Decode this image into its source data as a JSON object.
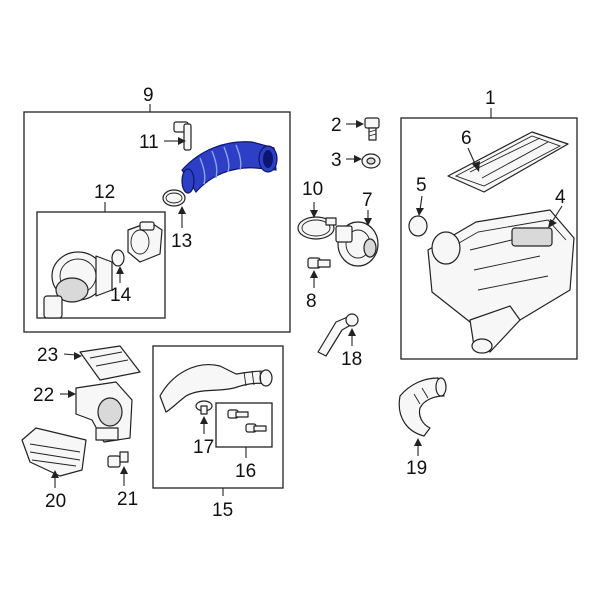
{
  "callouts": {
    "c1": "1",
    "c2": "2",
    "c3": "3",
    "c4": "4",
    "c5": "5",
    "c6": "6",
    "c7": "7",
    "c8": "8",
    "c9": "9",
    "c10": "10",
    "c11": "11",
    "c12": "12",
    "c13": "13",
    "c14": "14",
    "c15": "15",
    "c16": "16",
    "c17": "17",
    "c18": "18",
    "c19": "19",
    "c20": "20",
    "c21": "21",
    "c22": "22",
    "c23": "23"
  },
  "colors": {
    "highlight": "#2d3fc4",
    "line": "#222222",
    "background": "#ffffff"
  }
}
